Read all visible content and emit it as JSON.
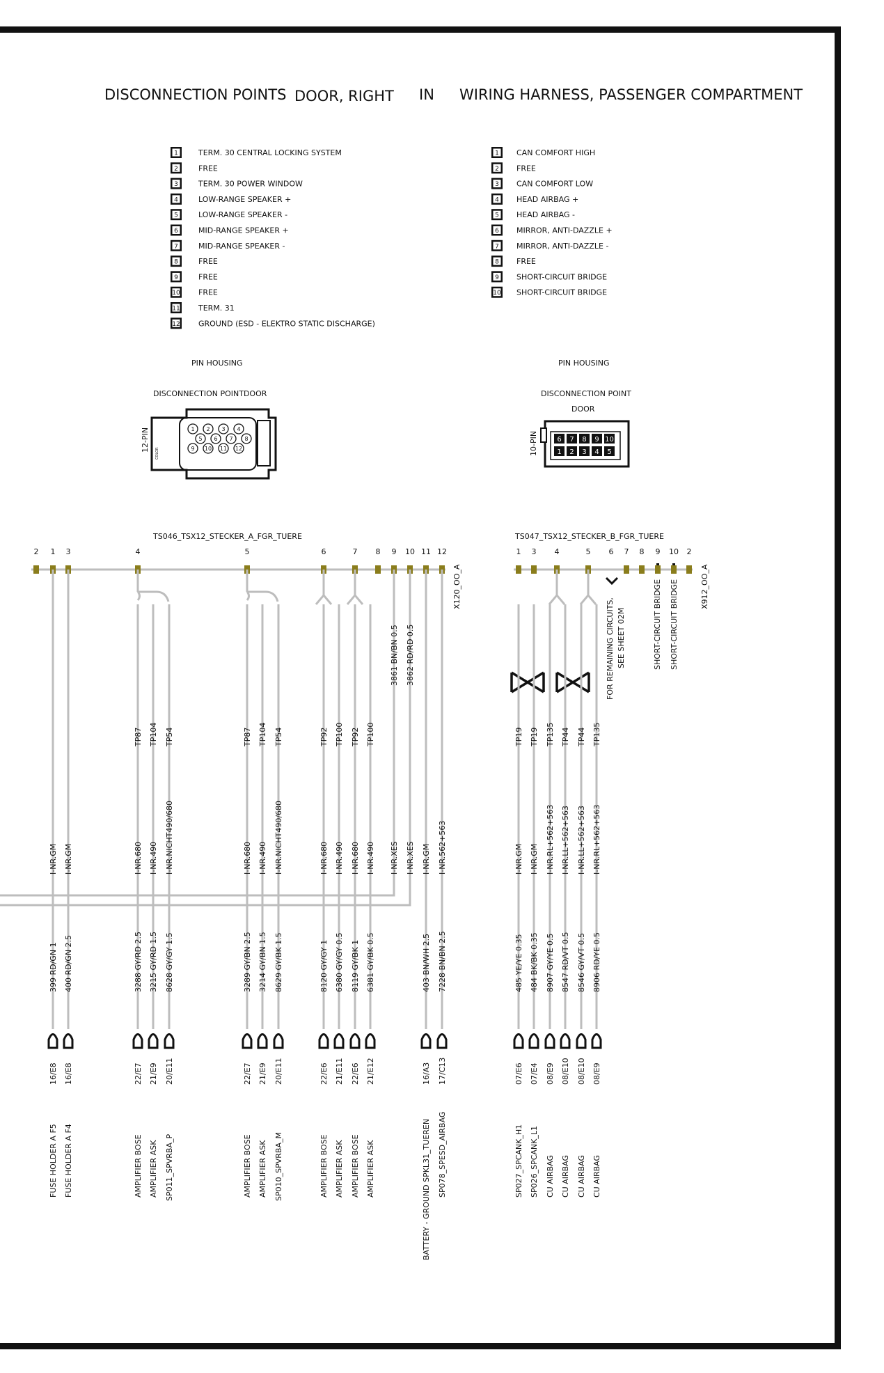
{
  "title": {
    "part1": "DISCONNECTION POINTS",
    "part2": "DOOR, RIGHT",
    "part3": "IN",
    "part4": "WIRING HARNESS, PASSENGER COMPARTMENT"
  },
  "legend_left": [
    {
      "pin": "1",
      "label": "TERM. 30 CENTRAL LOCKING SYSTEM"
    },
    {
      "pin": "2",
      "label": "FREE"
    },
    {
      "pin": "3",
      "label": "TERM. 30 POWER WINDOW"
    },
    {
      "pin": "4",
      "label": "LOW-RANGE SPEAKER +"
    },
    {
      "pin": "5",
      "label": "LOW-RANGE SPEAKER -"
    },
    {
      "pin": "6",
      "label": "MID-RANGE SPEAKER +"
    },
    {
      "pin": "7",
      "label": "MID-RANGE SPEAKER -"
    },
    {
      "pin": "8",
      "label": "FREE"
    },
    {
      "pin": "9",
      "label": "FREE"
    },
    {
      "pin": "10",
      "label": "FREE"
    },
    {
      "pin": "11",
      "label": "TERM. 31"
    },
    {
      "pin": "12",
      "label": "GROUND   (ESD - ELEKTRO STATIC DISCHARGE)"
    }
  ],
  "legend_right": [
    {
      "pin": "1",
      "label": "CAN COMFORT HIGH"
    },
    {
      "pin": "2",
      "label": "FREE"
    },
    {
      "pin": "3",
      "label": "CAN COMFORT LOW"
    },
    {
      "pin": "4",
      "label": "HEAD AIRBAG +"
    },
    {
      "pin": "5",
      "label": "HEAD AIRBAG -"
    },
    {
      "pin": "6",
      "label": "MIRROR, ANTI-DAZZLE +"
    },
    {
      "pin": "7",
      "label": "MIRROR, ANTI-DAZZLE -"
    },
    {
      "pin": "8",
      "label": "FREE"
    },
    {
      "pin": "9",
      "label": "SHORT-CIRCUIT BRIDGE"
    },
    {
      "pin": "10",
      "label": "SHORT-CIRCUIT BRIDGE"
    }
  ],
  "housing_left": {
    "pin_housing": "PIN HOUSING",
    "name": "DISCONNECTION POINTDOOR",
    "pins_label": "12-PIN",
    "tiny_label": "COLOR",
    "pins": [
      "1",
      "2",
      "3",
      "4",
      "5",
      "6",
      "7",
      "8",
      "9",
      "10",
      "11",
      "12"
    ]
  },
  "housing_right": {
    "pin_housing": "PIN HOUSING",
    "name": "DISCONNECTION POINT",
    "name2": "DOOR",
    "pins_label": "10-PIN",
    "top_pins": [
      "6",
      "7",
      "8",
      "9",
      "10"
    ],
    "bottom_pins": [
      "1",
      "2",
      "3",
      "4",
      "5"
    ]
  },
  "connector_a": {
    "name": "TS046_TSX12_STECKER_A_FGR_TUERE",
    "id": "X120_OO_A",
    "pin_numbers": [
      "2",
      "1",
      "3",
      "4",
      "5",
      "6",
      "7",
      "8",
      "9",
      "10",
      "11",
      "12"
    ]
  },
  "connector_b": {
    "name": "TS047_TSX12_STECKER_B_FGR_TUERE",
    "id": "X912_OO_A",
    "pin_numbers": [
      "1",
      "3",
      "4",
      "5",
      "6",
      "7",
      "8",
      "9",
      "10",
      "2"
    ]
  },
  "notes": {
    "remaining": "FOR REMAINING CIRCUITS,",
    "remaining2": "SEE SHEET 02M",
    "short1": "SHORT-CIRCUIT BRIDGE",
    "short2": "SHORT-CIRCUIT BRIDGE"
  },
  "xes_wires": [
    {
      "label": "3861 BN/BN 0.5",
      "nr": "I-NR.XES"
    },
    {
      "label": "3862 RD/RD 0.5",
      "nr": "I-NR.XES"
    }
  ],
  "wires": [
    {
      "tp": "",
      "nr": "I-NR.GM",
      "wire": "399 RD/GN 1",
      "loc": "16/E8",
      "dest": "FUSE HOLDER A    F5"
    },
    {
      "tp": "",
      "nr": "I-NR.GM",
      "wire": "400 RD/GN 2.5",
      "loc": "16/E8",
      "dest": "FUSE HOLDER A    F4"
    },
    {
      "tp": "TP87",
      "nr": "I-NR.680",
      "wire": "3288 GY/RD 2.5",
      "loc": "22/E7",
      "dest": "AMPLIFIER    BOSE"
    },
    {
      "tp": "TP104",
      "nr": "I-NR.490",
      "wire": "3215 GY/RD 1.5",
      "loc": "21/E9",
      "dest": "AMPLIFIER    ASK"
    },
    {
      "tp": "TP54",
      "nr": "I-NR.NICHT490/680",
      "wire": "8628 GY/GY 1.5",
      "loc": "20/E11",
      "dest": "SP011_SPVRBA_P"
    },
    {
      "tp": "TP87",
      "nr": "I-NR.680",
      "wire": "3289 GY/BN 2.5",
      "loc": "22/E7",
      "dest": "AMPLIFIER    BOSE"
    },
    {
      "tp": "TP104",
      "nr": "I-NR.490",
      "wire": "3214 GY/BN 1.5",
      "loc": "21/E9",
      "dest": "AMPLIFIER    ASK"
    },
    {
      "tp": "TP54",
      "nr": "I-NR.NICHT490/680",
      "wire": "8629 GY/BK 1.5",
      "loc": "20/E11",
      "dest": "SP010_SPVRBA_M"
    },
    {
      "tp": "TP92",
      "nr": "I-NR.680",
      "wire": "8120 GY/GY 1",
      "loc": "22/E6",
      "dest": "AMPLIFIER    BOSE"
    },
    {
      "tp": "TP100",
      "nr": "I-NR.490",
      "wire": "6380 GY/GY 0.5",
      "loc": "21/E11",
      "dest": "AMPLIFIER    ASK"
    },
    {
      "tp": "TP92",
      "nr": "I-NR.680",
      "wire": "8119 GY/BK 1",
      "loc": "22/E6",
      "dest": "AMPLIFIER    BOSE"
    },
    {
      "tp": "TP100",
      "nr": "I-NR.490",
      "wire": "6381 GY/BK 0.5",
      "loc": "21/E12",
      "dest": "AMPLIFIER    ASK"
    },
    {
      "tp": "",
      "nr": "I-NR.GM",
      "wire": "403 BN/WH 2.5",
      "loc": "16/A3",
      "dest": "BATTERY - GROUND   SPKL31_TUEREN"
    },
    {
      "tp": "",
      "nr": "I-NR.562+563",
      "wire": "7228 BN/BN 2.5",
      "loc": "17/C13",
      "dest": "SP078_SPESD_AIRBAG"
    },
    {
      "tp": "TP19",
      "nr": "I-NR.GM",
      "wire": "485 YE/YE 0.35",
      "loc": "07/E6",
      "dest": "SP027_SPCANK_H1"
    },
    {
      "tp": "TP19",
      "nr": "I-NR.GM",
      "wire": "484 BK/BK 0.35",
      "loc": "07/E4",
      "dest": "SP026_SPCANK_L1"
    },
    {
      "tp": "TP135",
      "nr": "I-NR.RL+562+563",
      "wire": "8907 GY/YE 0.5",
      "loc": "08/E9",
      "dest": "CU AIRBAG"
    },
    {
      "tp": "TP44",
      "nr": "I-NR.LL+562+563",
      "wire": "8547 RD/VT 0.5",
      "loc": "08/E10",
      "dest": "CU AIRBAG"
    },
    {
      "tp": "TP44",
      "nr": "I-NR.LL+562+563",
      "wire": "8546 GY/VT 0.5",
      "loc": "08/E10",
      "dest": "CU AIRBAG"
    },
    {
      "tp": "TP135",
      "nr": "I-NR.RL+562+563",
      "wire": "8906 RD/YE 0.5",
      "loc": "08/E9",
      "dest": "CU AIRBAG"
    }
  ],
  "colors": {
    "wire": "#bdbdbd",
    "pin": "#8a7d1c",
    "border": "#111111"
  }
}
